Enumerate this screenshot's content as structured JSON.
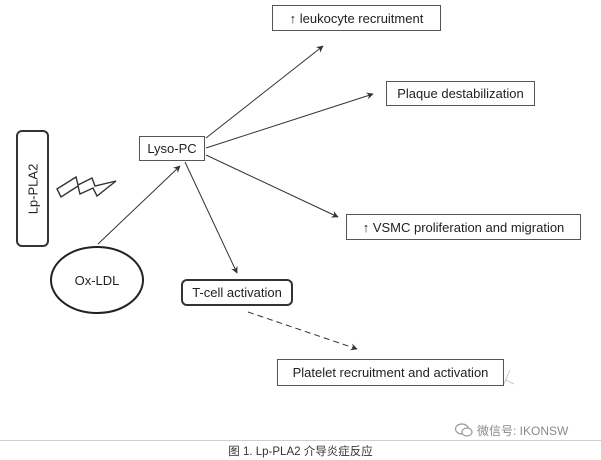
{
  "diagram": {
    "nodes": {
      "lp_pla2": "Lp-PLA2",
      "ox_ldl": "Ox-LDL",
      "lyso_pc": "Lyso-PC",
      "leukocyte": "↑ leukocyte recruitment",
      "plaque": "Plaque destabilization",
      "vsmc": "↑ VSMC proliferation and migration",
      "tcell": "T-cell activation",
      "platelet": "Platelet recruitment and activation"
    },
    "edges": [
      {
        "from": "ox_ldl",
        "to": "lyso_pc",
        "style": "solid"
      },
      {
        "from": "lyso_pc",
        "to": "leukocyte",
        "style": "solid"
      },
      {
        "from": "lyso_pc",
        "to": "plaque",
        "style": "solid"
      },
      {
        "from": "lyso_pc",
        "to": "vsmc",
        "style": "solid"
      },
      {
        "from": "lyso_pc",
        "to": "tcell",
        "style": "solid"
      },
      {
        "from": "tcell",
        "to": "platelet",
        "style": "dashed"
      }
    ]
  },
  "caption": "图 1. Lp-PLA2 介导炎症反应",
  "watermark": "微信号: IKONSW",
  "colors": {
    "line": "#333333",
    "watermark": "#8a8a8a"
  }
}
